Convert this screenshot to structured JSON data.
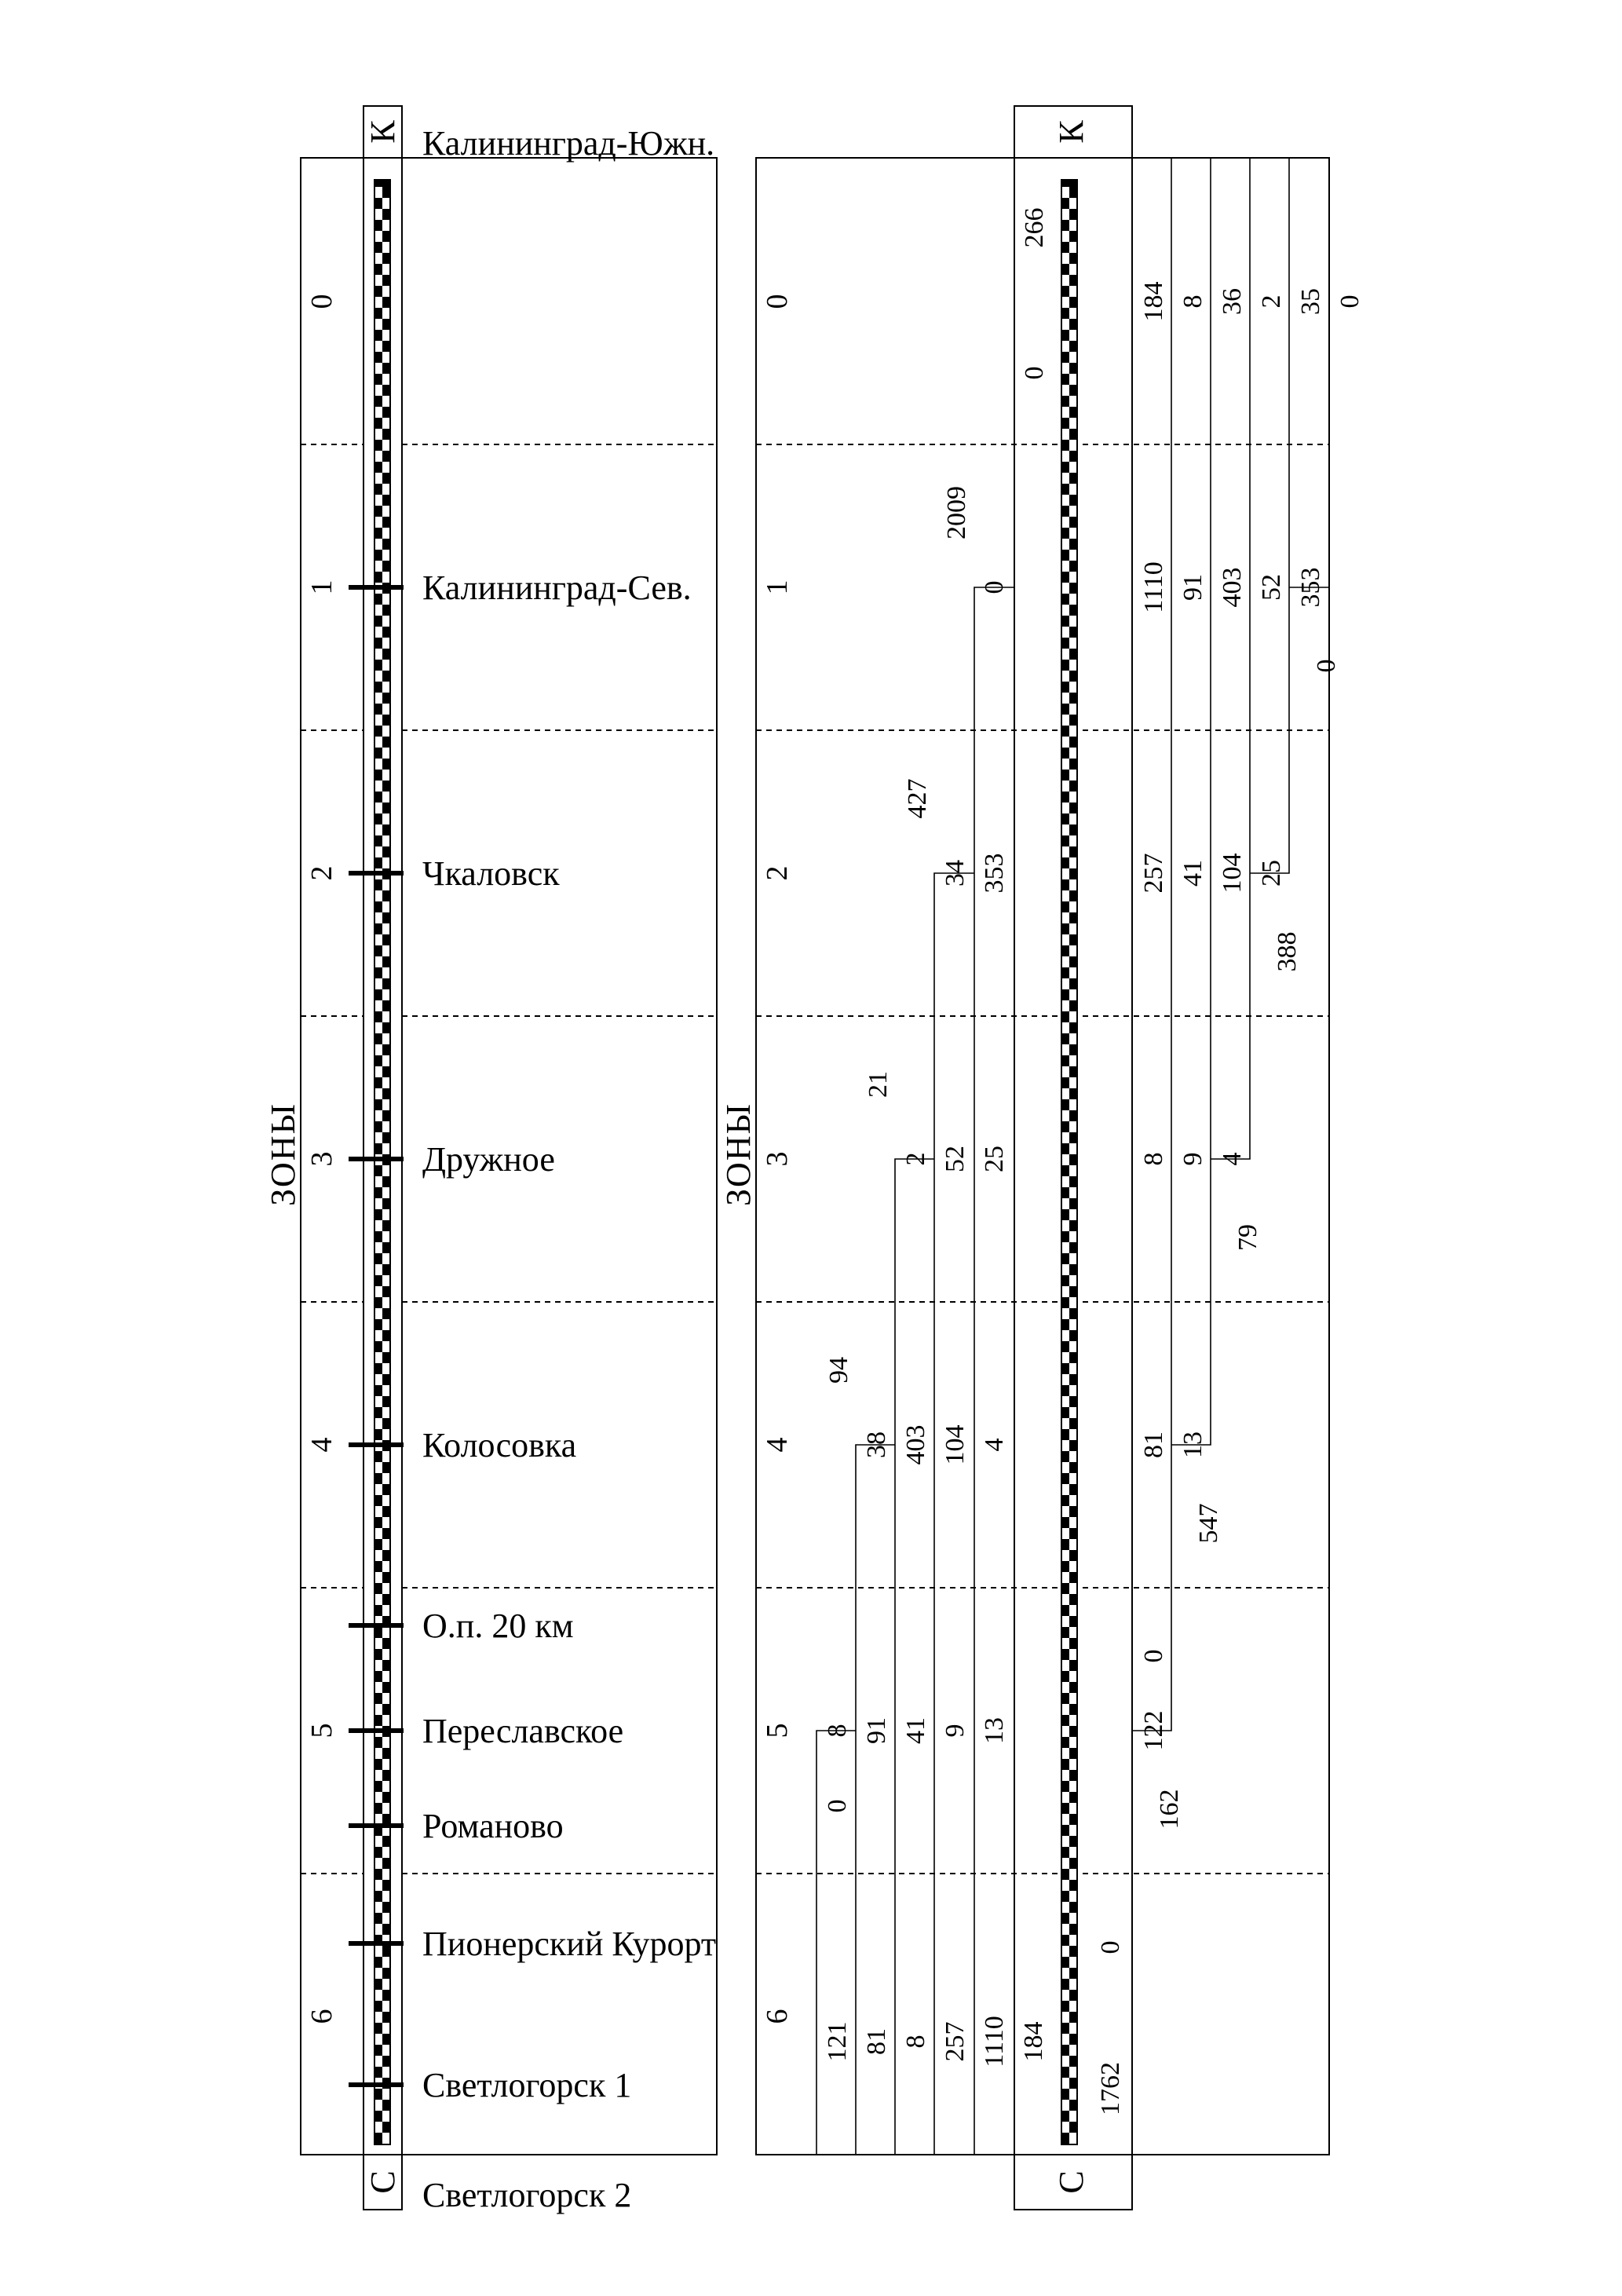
{
  "end_letters": {
    "top": "К",
    "bottom": "С"
  },
  "zones_title": "ЗОНЫ",
  "zones": [
    "0",
    "1",
    "2",
    "3",
    "4",
    "5",
    "6"
  ],
  "stations": [
    {
      "name": "Калининград-Южн.",
      "tick": false
    },
    {
      "name": "Калининград-Сев.",
      "tick": true
    },
    {
      "name": "Чкаловск",
      "tick": true
    },
    {
      "name": "Дружное",
      "tick": true
    },
    {
      "name": "Колосовка",
      "tick": true
    },
    {
      "name": "О.п. 20 км",
      "tick": true
    },
    {
      "name": "Переславское",
      "tick": true
    },
    {
      "name": "Романово",
      "tick": true
    },
    {
      "name": "Пионерский Курорт",
      "tick": true
    },
    {
      "name": "Светлогорск 1",
      "tick": true
    },
    {
      "name": "Светлогорск 2",
      "tick": false
    }
  ],
  "matrix": {
    "top_end": {
      "board": "266",
      "alight": "0"
    },
    "bottom_end": {
      "board": "0",
      "alight": "1762"
    },
    "left_staircase": [
      {
        "zone": "1",
        "total": "2009",
        "values": [
          "0"
        ]
      },
      {
        "zone": "2",
        "total": "427",
        "values": [
          "353",
          "34"
        ]
      },
      {
        "zone": "3",
        "total": "21",
        "values": [
          "25",
          "52",
          "2"
        ]
      },
      {
        "zone": "4",
        "total": "94",
        "values": [
          "4",
          "104",
          "403",
          "38"
        ]
      },
      {
        "zone": "5",
        "total": "121",
        "values": [
          "13",
          "9",
          "41",
          "91",
          "8"
        ]
      }
    ],
    "left_bottom": {
      "zone5_value": "0",
      "zone6_values": [
        "121",
        "81",
        "8",
        "257",
        "1110",
        "184"
      ]
    },
    "right_staircase": [
      {
        "zone": "0",
        "values": [
          "184",
          "8",
          "36",
          "2",
          "35",
          "0"
        ]
      },
      {
        "zone": "1",
        "values": [
          "1110",
          "91",
          "403",
          "52",
          "353"
        ],
        "total": "0"
      },
      {
        "zone": "2",
        "values": [
          "257",
          "41",
          "104",
          "25"
        ],
        "total": "388"
      },
      {
        "zone": "3",
        "values": [
          "8",
          "9",
          "4"
        ],
        "total": "79"
      },
      {
        "zone": "4",
        "values": [
          "81",
          "13"
        ],
        "total": "547"
      },
      {
        "zone": "5",
        "values": [
          "122"
        ],
        "top": "0",
        "total": "162"
      }
    ]
  }
}
